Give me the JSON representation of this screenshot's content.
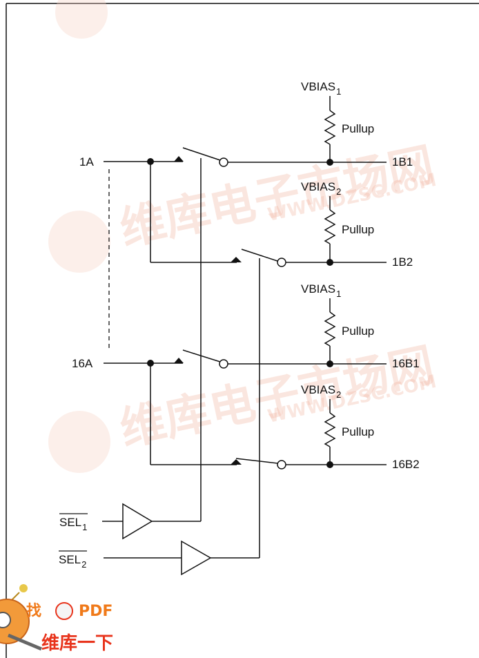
{
  "inputs": {
    "a1": "1A",
    "a16": "16A"
  },
  "outputs": {
    "b1": "1B1",
    "b2": "1B2",
    "b16_1": "16B1",
    "b16_2": "16B2"
  },
  "bias": [
    {
      "name": "VBIAS",
      "sub": "1"
    },
    {
      "name": "VBIAS",
      "sub": "2"
    },
    {
      "name": "VBIAS",
      "sub": "1"
    },
    {
      "name": "VBIAS",
      "sub": "2"
    }
  ],
  "resistor_label": "Pullup",
  "selects": [
    {
      "name": "SEL",
      "sub": "1"
    },
    {
      "name": "SEL",
      "sub": "2"
    }
  ],
  "watermark": {
    "cn": "维库电子市场网",
    "url": "WWW.DZSC.COM"
  },
  "badge": {
    "line1": "找",
    "pdf": "PDF",
    "line2": "维库一下"
  },
  "colors": {
    "line": "#111111",
    "watermark": "#f2b8a6",
    "badge_orange": "#f07a1a",
    "badge_red": "#e8341c"
  }
}
